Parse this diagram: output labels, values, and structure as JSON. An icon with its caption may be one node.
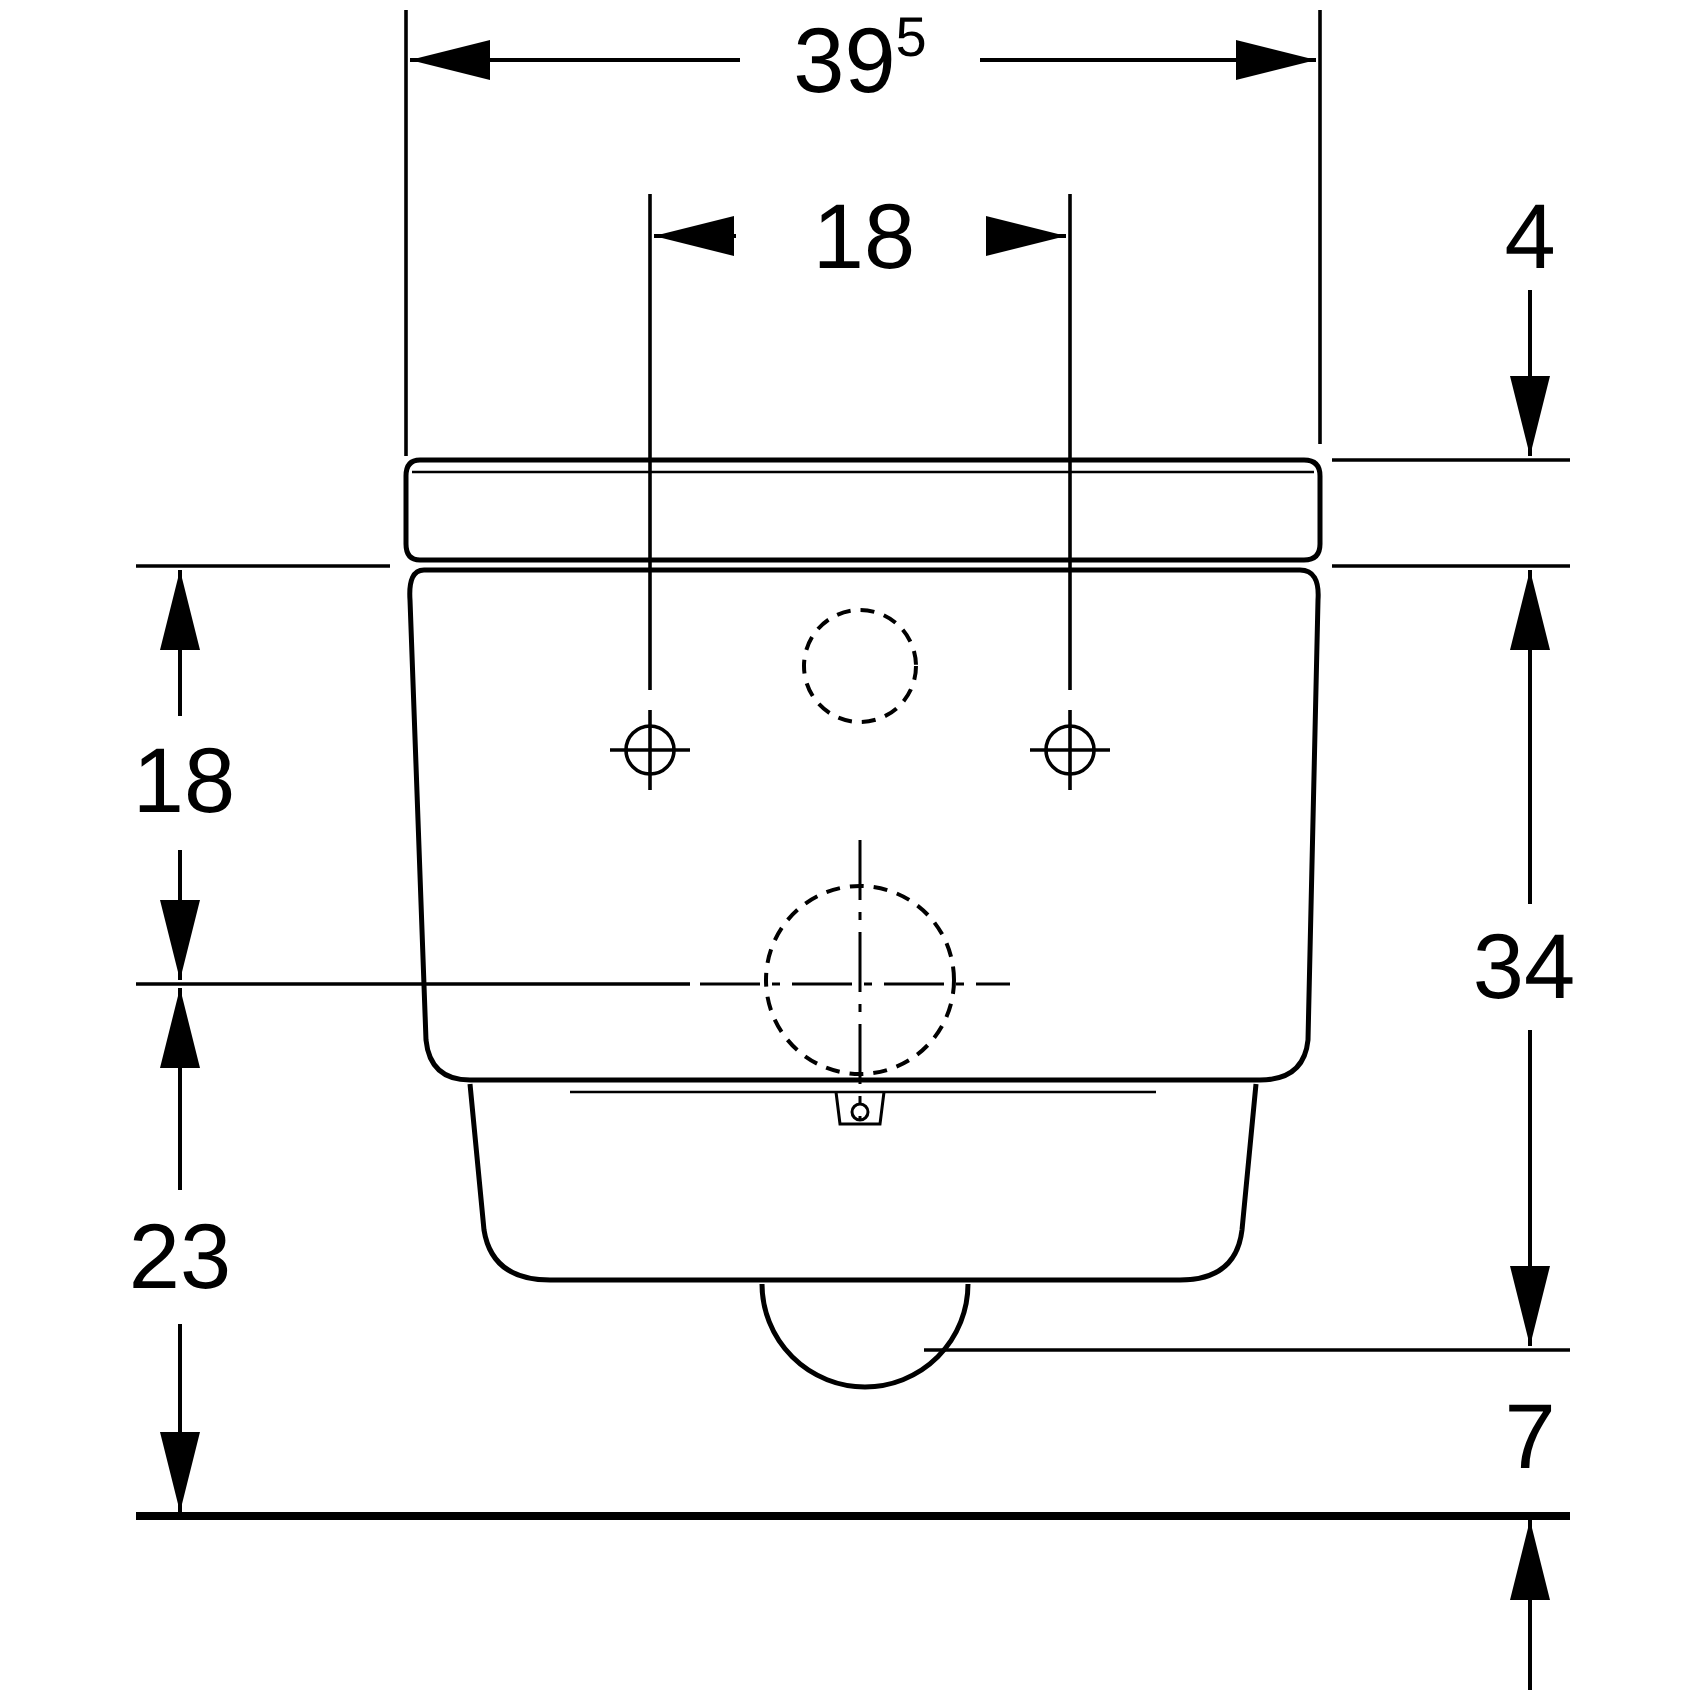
{
  "diagram": {
    "labels": [
      "39$^{5}$",
      "18",
      "4",
      "18",
      "34",
      "23",
      "7"
    ]
  }
}
